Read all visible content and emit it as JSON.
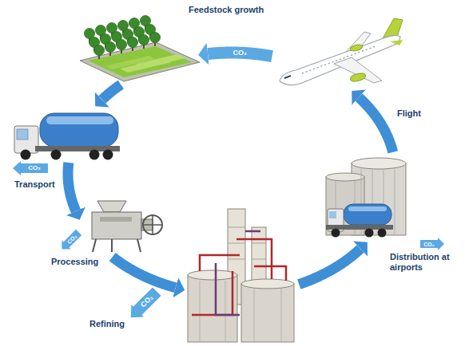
{
  "diagram": {
    "nodes": [
      {
        "text": [
          "Feedstock growth"
        ]
      },
      {
        "text": [
          "Transport"
        ]
      },
      {
        "text": [
          "Processing"
        ]
      },
      {
        "text": [
          "Refining"
        ]
      },
      {
        "text": [
          "Distribution at airports"
        ]
      },
      {
        "text": [
          "Flight"
        ]
      }
    ],
    "edges": [
      {
        "from": 0,
        "to": 1,
        "arrow": "to"
      },
      {
        "from": 1,
        "to": 2,
        "arrow": "to"
      },
      {
        "from": 2,
        "to": 3,
        "arrow": "to"
      },
      {
        "from": 3,
        "to": 4,
        "arrow": "to"
      },
      {
        "from": 4,
        "to": 5,
        "arrow": "to"
      },
      {
        "from": 5,
        "to": 0,
        "label": "CO₂",
        "arrow": "to"
      }
    ],
    "labels": [
      "CO₂",
      "CO₂",
      "CO₂",
      "CO₂"
    ]
  }
}
